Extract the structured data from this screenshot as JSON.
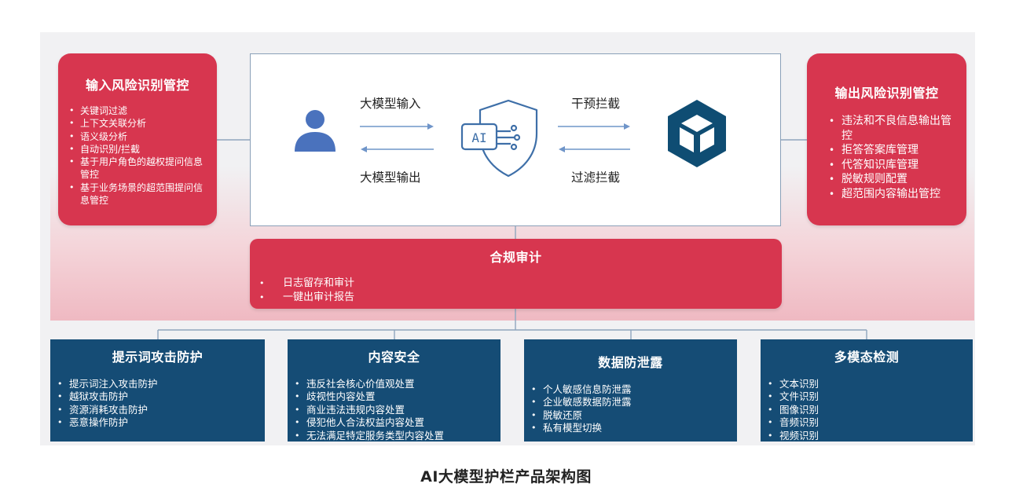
{
  "input_risk": {
    "title": "输入风险识别管控",
    "items": [
      "关键词过滤",
      "上下文关联分析",
      "语义级分析",
      "自动识别/拦截",
      "基于用户角色的越权提问信息管控",
      "基于业务场景的超范围提问信息管控"
    ]
  },
  "output_risk": {
    "title": "输出风险识别管控",
    "items": [
      "违法和不良信息输出管控",
      "拒答答案库管理",
      "代答知识库管理",
      "脱敏规则配置",
      "超范围内容输出管控"
    ]
  },
  "flow": {
    "input_label": "大模型输入",
    "output_label": "大模型输出",
    "intercept_label": "干预拦截",
    "filter_label": "过滤拦截",
    "ai_text": "AI"
  },
  "compliance": {
    "title": "合规审计",
    "items": [
      "日志留存和审计",
      "一键出审计报告"
    ]
  },
  "modules": [
    {
      "title": "提示词攻击防护",
      "items": [
        "提示词注入攻击防护",
        "越狱攻击防护",
        "资源消耗攻击防护",
        "恶意操作防护"
      ]
    },
    {
      "title": "内容安全",
      "items": [
        "违反社会核心价值观处置",
        "歧视性内容处置",
        "商业违法违规内容处置",
        "侵犯他人合法权益内容处置",
        "无法满足特定服务类型内容处置"
      ]
    },
    {
      "title": "数据防泄露",
      "items": [
        "个人敏感信息防泄露",
        "企业敏感数据防泄露",
        "脱敏还原",
        "私有模型切换"
      ]
    },
    {
      "title": "多模态检测",
      "items": [
        "文本识别",
        "文件识别",
        "图像识别",
        "音频识别",
        "视频识别"
      ]
    }
  ],
  "caption": "AI大模型护栏产品架构图",
  "colors": {
    "red": "#d7364f",
    "navy": "#154c75",
    "user_blue": "#4a72bd",
    "shield_blue": "#3e6fa8",
    "model_navy": "#0f4d73"
  },
  "icons": {
    "user": "user-icon",
    "shield": "ai-shield-icon",
    "model": "model-cube-icon"
  }
}
